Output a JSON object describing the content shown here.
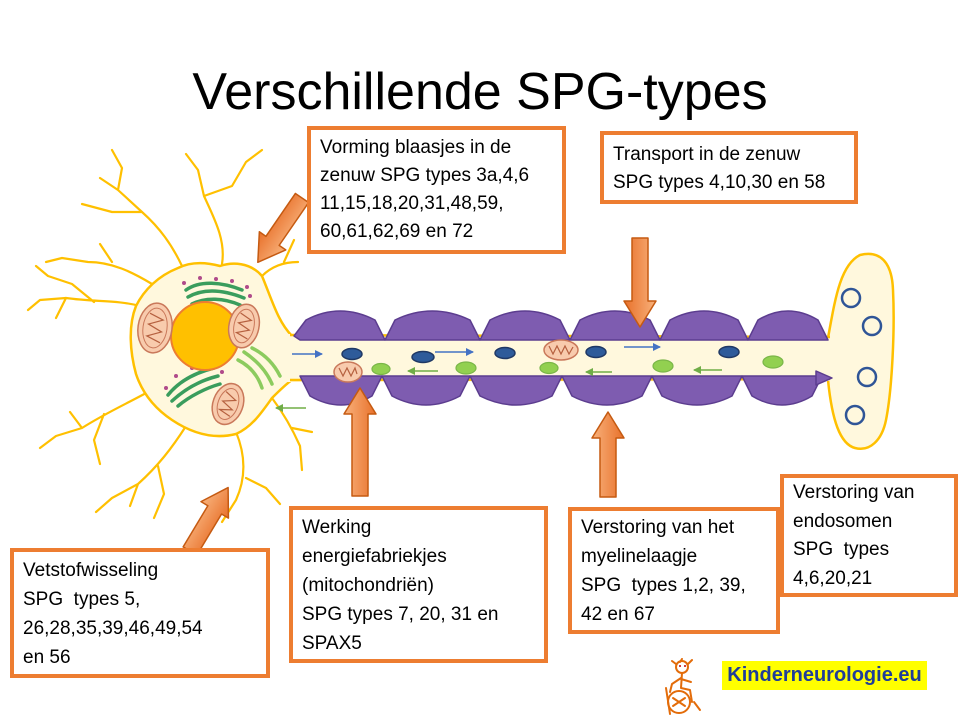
{
  "slide": {
    "title": "Verschillende SPG-types"
  },
  "callouts": {
    "vesicle_formation": {
      "lines": [
        "Vorming blaasjes in de",
        "zenuw SPG types 3a,4,6",
        "11,15,18,20,31,48,59,",
        "60,61,62,69 en 72"
      ]
    },
    "axonal_transport": {
      "lines": [
        "Transport in de zenuw",
        "SPG types 4,10,30 en 58"
      ]
    },
    "lipid_metabolism": {
      "lines": [
        "Vetstofwisseling",
        "SPG  types 5,",
        "26,28,35,39,46,49,54",
        "en 56"
      ]
    },
    "mitochondria": {
      "lines": [
        "Werking",
        "energiefabriekjes",
        "(mitochondriën)",
        "SPG types 7, 20, 31 en",
        "SPAX5"
      ]
    },
    "myelin": {
      "lines": [
        "Verstoring van het",
        "myelinelaagje",
        "SPG  types 1,2, 39,",
        "42 en 67"
      ]
    },
    "endosomes": {
      "lines": [
        "Verstoring van",
        "endosomen",
        "SPG  types",
        "4,6,20,21"
      ]
    }
  },
  "logo": {
    "text": "Kinderneurologie.eu",
    "icon": "child-drawing-icon"
  },
  "colors": {
    "callout_border": "#ED7D31",
    "pointer_arrow": "#ED7D31",
    "cell_outline": "#FFC000",
    "nucleus": "#FFC000",
    "myelin": "#7E5CB0",
    "cargo_blue": "#2E5B9A",
    "cargo_green": "#92D050",
    "logo_background": "#FFFF00",
    "logo_text": "#1F3D99"
  }
}
